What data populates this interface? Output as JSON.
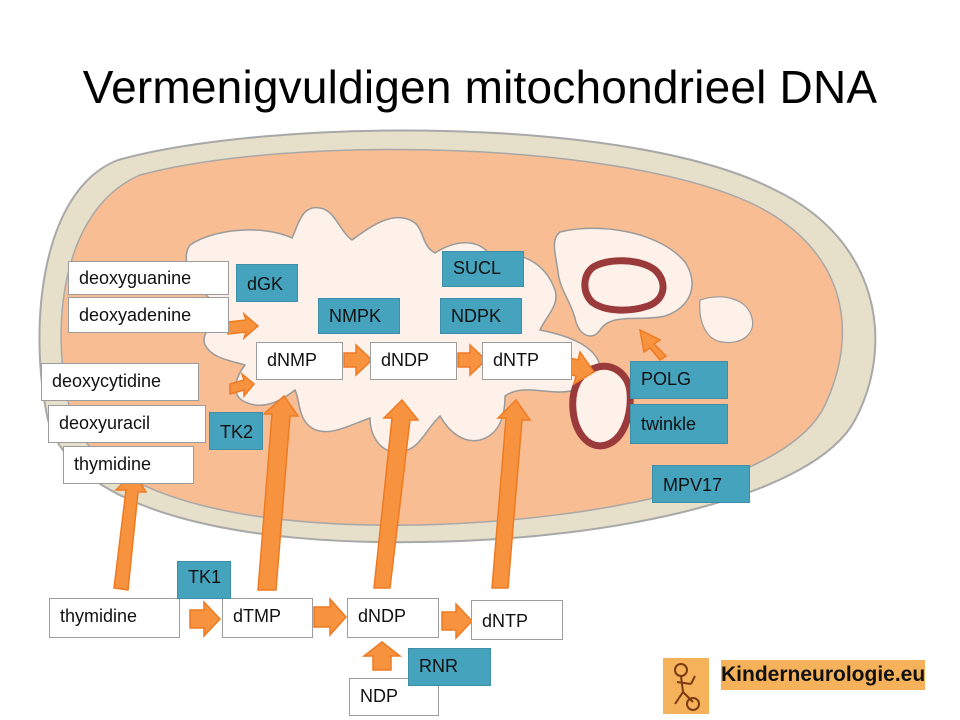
{
  "title": "Vermenigvuldigen mitochondrieel DNA",
  "colors": {
    "matrix": "#f8bd92",
    "membrane": "#e6dfc9",
    "cristae": "#fdf1ea",
    "arrow": "#f7923e",
    "arrow_stroke": "#f07a1c",
    "enzyme_fill": "#45a3bd",
    "mtdna": "#9b3a3a",
    "brand": "#f6b25a"
  },
  "mitochondrion": {
    "nucleosides": [
      "deoxyguanine",
      "deoxyadenine",
      "deoxycytidine",
      "deoxyuracil",
      "thymidine"
    ],
    "nucleotides": [
      "dNMP",
      "dNDP",
      "dNTP"
    ],
    "enzymes": {
      "dgk": "dGK",
      "tk2": "TK2",
      "nmpk": "NMPK",
      "sucl": "SUCL",
      "ndpk": "NDPK",
      "polg": "POLG",
      "twinkle": "twinkle",
      "mpv17": "MPV17"
    },
    "mtdna_icon": "circular-dna-icon"
  },
  "cytosol": {
    "chain": [
      "thymidine",
      "dTMP",
      "dNDP",
      "dNTP"
    ],
    "ndp": "NDP",
    "enzymes": {
      "tk1": "TK1",
      "rnr": "RNR"
    }
  },
  "branding": {
    "text": "Kinderneurologie.eu",
    "logo_icon": "child-figure-logo-icon"
  }
}
